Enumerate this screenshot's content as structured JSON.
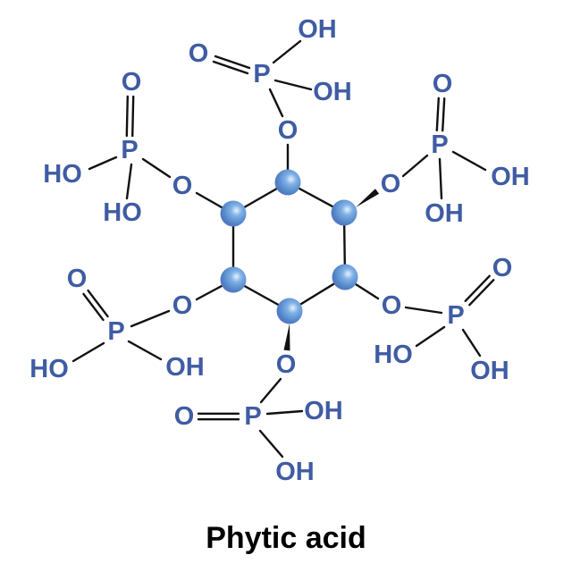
{
  "title": "Phytic acid",
  "colors": {
    "atom_label": "#3f5ca3",
    "carbon_sphere": "#5b8fd0",
    "bond": "#111111"
  },
  "groups": [
    {
      "name": "top",
      "ester_o": "O",
      "p": "P",
      "double_o": "O",
      "oh1": "OH",
      "oh2": "OH"
    },
    {
      "name": "upper-left",
      "ester_o": "O",
      "p": "P",
      "double_o": "O",
      "oh1": "HO",
      "oh2": "HO"
    },
    {
      "name": "upper-right",
      "ester_o": "O",
      "p": "P",
      "double_o": "O",
      "oh1": "OH",
      "oh2": "OH"
    },
    {
      "name": "lower-left",
      "ester_o": "O",
      "p": "P",
      "double_o": "O",
      "oh1": "HO",
      "oh2": "OH"
    },
    {
      "name": "lower-right",
      "ester_o": "O",
      "p": "P",
      "double_o": "O",
      "oh1": "HO",
      "oh2": "OH"
    },
    {
      "name": "bottom",
      "ester_o": "O",
      "p": "P",
      "double_o": "O",
      "oh1": "OH",
      "oh2": "OH"
    }
  ]
}
